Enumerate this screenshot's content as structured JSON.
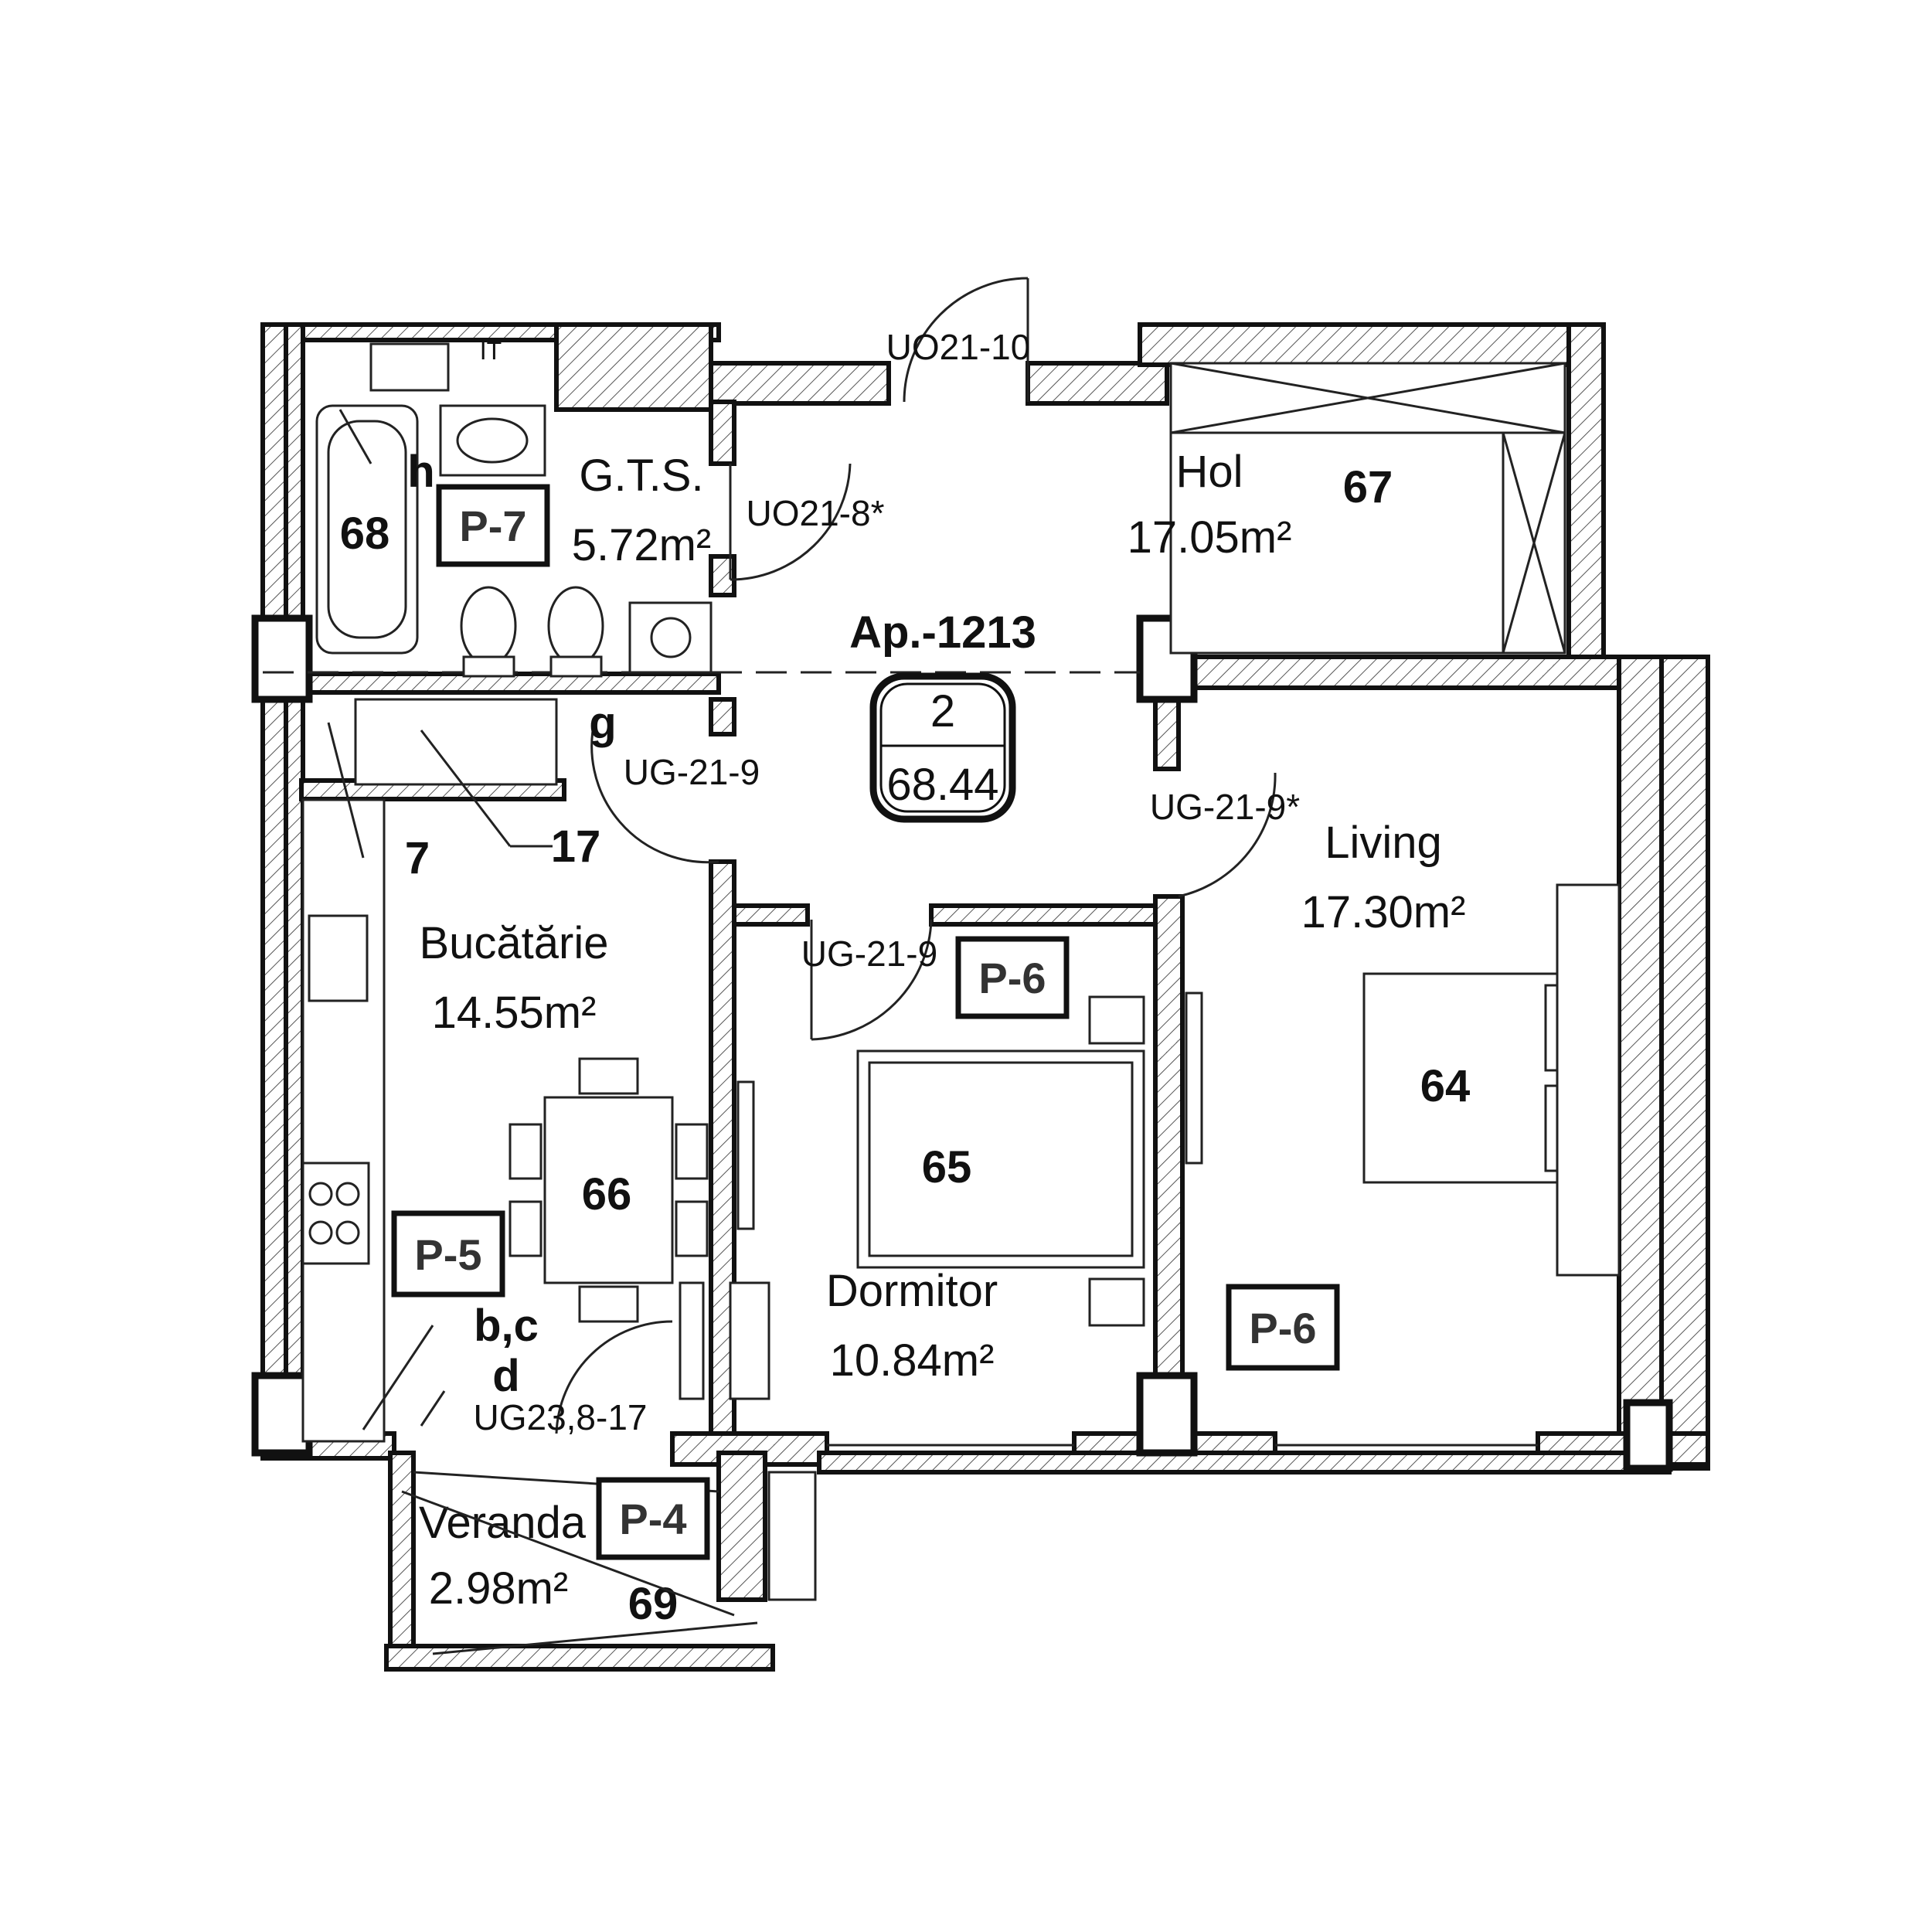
{
  "apartment": {
    "label": "Ap.-1213",
    "rooms_count": "2",
    "area": "68.44"
  },
  "rooms": [
    {
      "key": "gts",
      "name": "G.T.S.",
      "area": "5.72m²"
    },
    {
      "key": "hol",
      "name": "Hol",
      "area": "17.05m²"
    },
    {
      "key": "living",
      "name": "Living",
      "area": "17.30m²"
    },
    {
      "key": "bucatarie",
      "name": "Bucătărie",
      "area": "14.55m²"
    },
    {
      "key": "dormitor",
      "name": "Dormitor",
      "area": "10.84m²"
    },
    {
      "key": "veranda",
      "name": "Veranda",
      "area": "2.98m²"
    }
  ],
  "doors": [
    "UO21-10",
    "UO21-8*",
    "UG-21-9",
    "UG-21-9*",
    "UG-21-9",
    "UG23,8-17"
  ],
  "furniture_numbers": [
    "67",
    "68",
    "64",
    "65",
    "66",
    "69",
    "17",
    "7"
  ],
  "finish_tags": [
    "P-7",
    "P-6",
    "P-6",
    "P-5",
    "P-4"
  ],
  "note_letters": [
    "h",
    "g",
    "b,c",
    "d"
  ],
  "small_labels": {
    "it": "IT"
  },
  "colors": {
    "line": "#111111",
    "tag_text": "#333333",
    "background": "#ffffff"
  }
}
